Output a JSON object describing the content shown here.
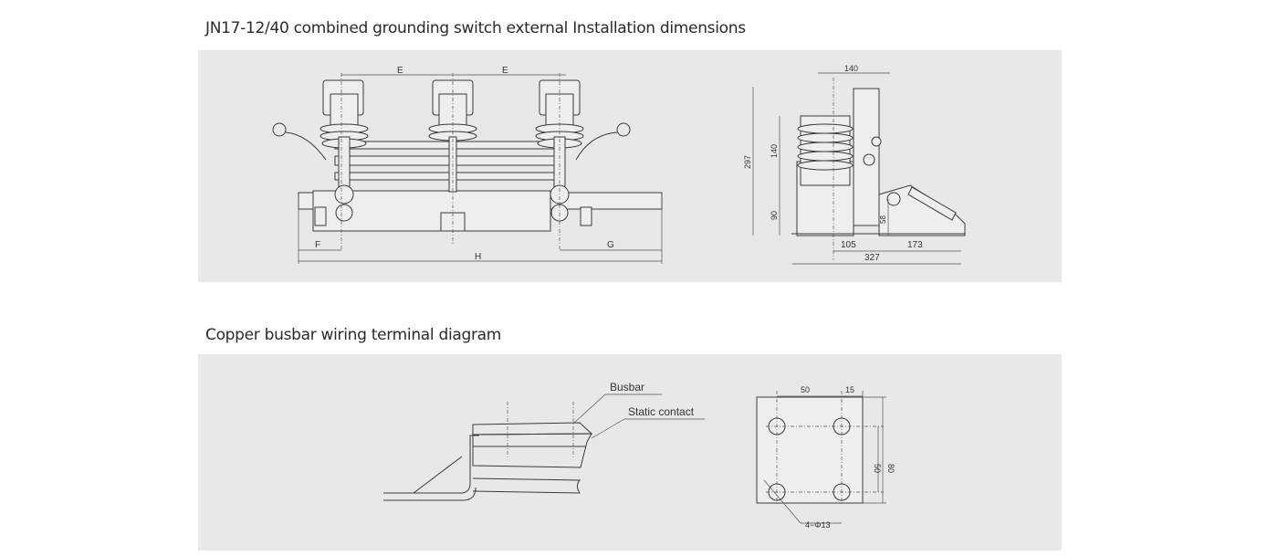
{
  "sections": [
    {
      "title": "JN17-12/40 combined grounding switch external Installation dimensions",
      "front_view": {
        "labels": {
          "e1": "E",
          "e2": "E",
          "f": "F",
          "g": "G",
          "h": "H"
        }
      },
      "side_view": {
        "labels": {
          "top_width": "140",
          "total_height": "297",
          "insulator_height": "140",
          "base_height": "90",
          "shaft_height": "58",
          "left_offset": "105",
          "right_offset": "173",
          "total_length": "327"
        }
      }
    },
    {
      "title": "Copper busbar wiring terminal diagram",
      "busbar_view": {
        "callouts": {
          "busbar": "Busbar",
          "static_contact": "Static contact"
        }
      },
      "terminal_plate": {
        "labels": {
          "hole_spacing_h": "50",
          "edge_offset": "15",
          "hole_spacing_v": "50",
          "plate_height": "80",
          "holes": "4−Φ13"
        }
      }
    }
  ]
}
